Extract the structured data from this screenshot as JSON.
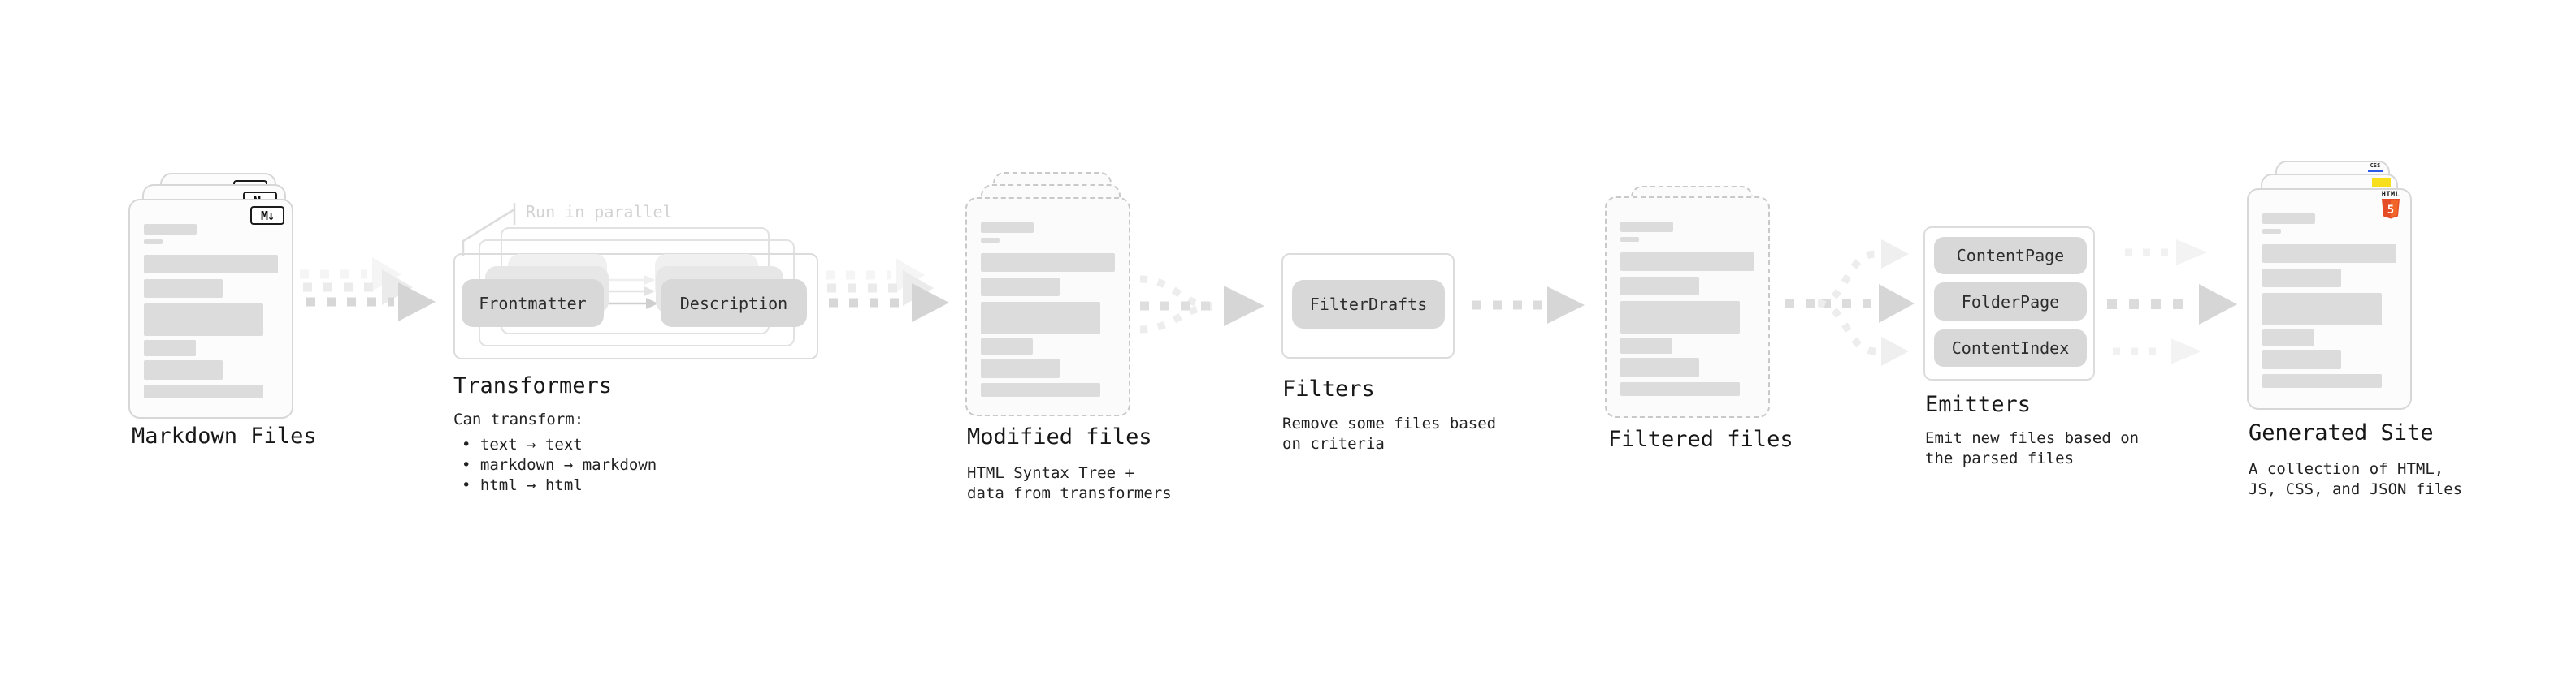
{
  "nodes": {
    "markdown_files": {
      "label": "Markdown Files",
      "badge": "M↓"
    },
    "transformers": {
      "label": "Transformers",
      "annotation": "Run in parallel",
      "pills": {
        "from": "Frontmatter",
        "to": "Description"
      },
      "description": [
        "Can transform:",
        "• text → text",
        "• markdown → markdown",
        "• html → html"
      ]
    },
    "modified_files": {
      "label": "Modified files",
      "description": [
        "HTML Syntax Tree +",
        "data from transformers"
      ]
    },
    "filters": {
      "label": "Filters",
      "pills": [
        "FilterDrafts"
      ],
      "description": [
        "Remove some files based",
        "on criteria"
      ]
    },
    "filtered_files": {
      "label": "Filtered files"
    },
    "emitters": {
      "label": "Emitters",
      "pills": [
        "ContentPage",
        "FolderPage",
        "ContentIndex"
      ],
      "description": [
        "Emit new files based on",
        "the parsed files"
      ]
    },
    "generated_site": {
      "label": "Generated Site",
      "description": [
        "A collection of HTML,",
        "JS, CSS, and JSON files"
      ],
      "badges": {
        "html_word": "HTML",
        "html_five": "5",
        "css": "CSS"
      }
    }
  },
  "colors": {
    "html5_orange": "#e44d26",
    "html5_orange_light": "#f16529",
    "js_yellow": "#f7df1e",
    "css_blue": "#2c5ae9",
    "arrow_gray": "#d7d7d7",
    "pill_gray": "#d8d8d8"
  }
}
